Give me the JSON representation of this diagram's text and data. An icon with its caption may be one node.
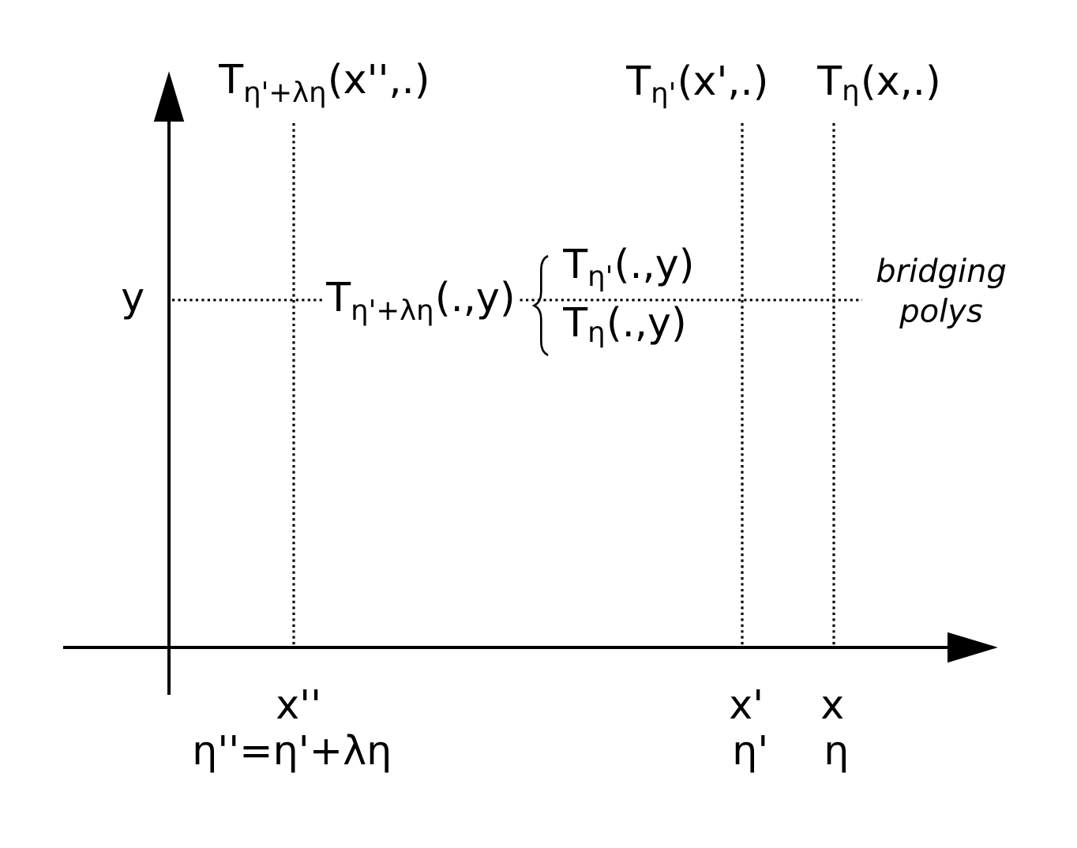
{
  "diagram": {
    "labels": [
      "T$_{η'+λη}$(x'',.)",
      "T$_{η'}$(x',.)",
      "T$_{η}$(x,.)",
      "y",
      "T$_{η'+λη}$(.,y)",
      "T$_{η'}$(.,y)",
      "T$_{η}$(.,y)",
      "bridging polys",
      "x''",
      "η''=η'+λη",
      "x'",
      "η'",
      "x",
      "η"
    ]
  }
}
